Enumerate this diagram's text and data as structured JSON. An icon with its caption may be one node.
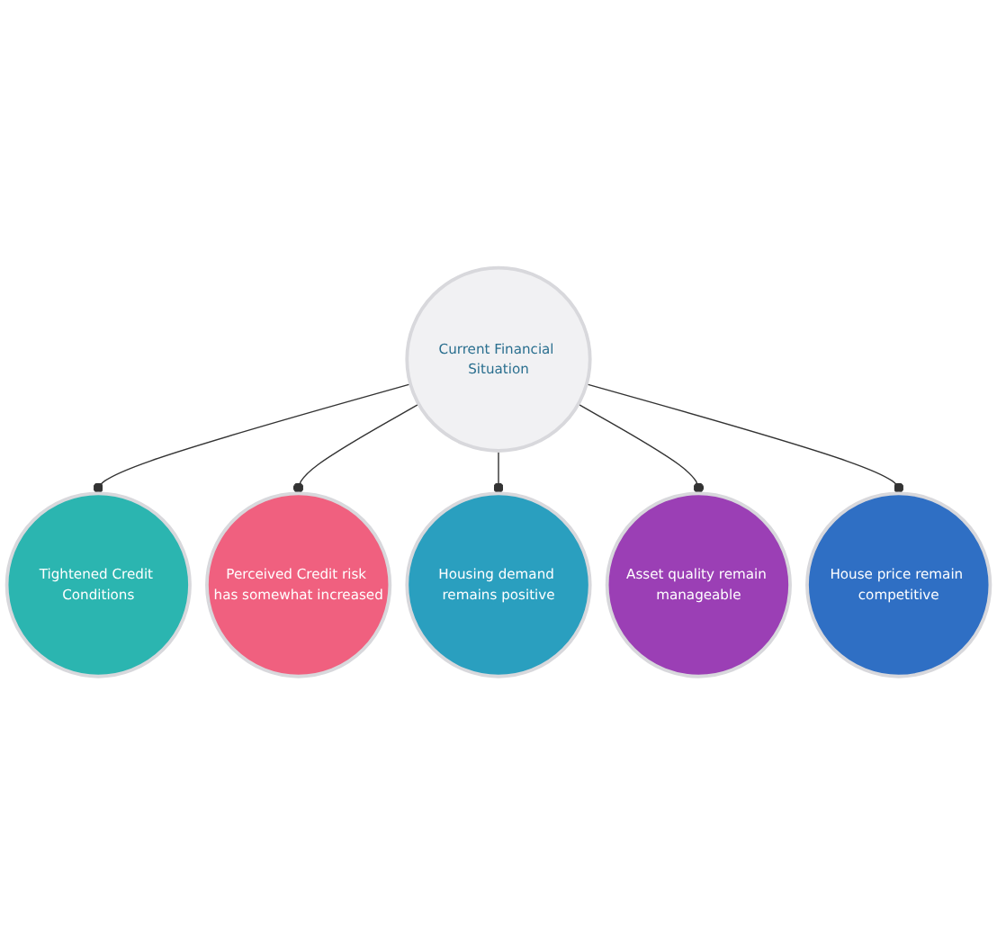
{
  "diagram": {
    "nodes": [
      {
        "text": [
          "Current Financial Situation"
        ]
      },
      {
        "text": [
          "Tightened Credit Conditions"
        ]
      },
      {
        "text": [
          "Perceived Credit risk has somewhat increased"
        ]
      },
      {
        "text": [
          "Housing demand remains positive"
        ]
      },
      {
        "text": [
          "Asset quality remain manageable"
        ]
      },
      {
        "text": [
          "House price remain competitive"
        ]
      }
    ],
    "edges": [
      {
        "from": 0,
        "to": 1,
        "arrow": "other"
      },
      {
        "from": 0,
        "to": 2,
        "arrow": "other"
      },
      {
        "from": 0,
        "to": 3,
        "arrow": "other"
      },
      {
        "from": 0,
        "to": 4,
        "arrow": "other"
      },
      {
        "from": 0,
        "to": 5,
        "arrow": "other"
      }
    ]
  }
}
